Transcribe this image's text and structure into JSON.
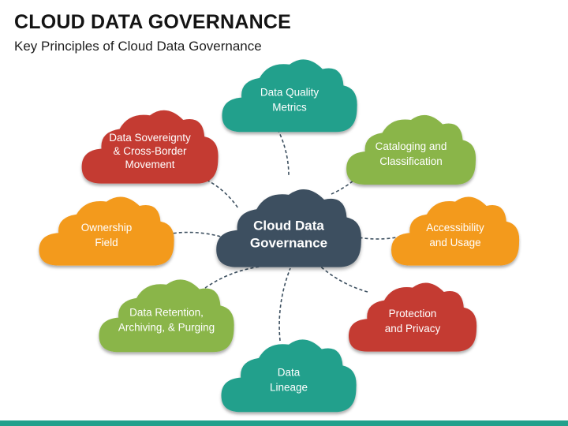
{
  "header": {
    "title": "CLOUD DATA GOVERNANCE",
    "subtitle": "Key Principles of Cloud Data Governance"
  },
  "center": {
    "lines": [
      "Cloud Data",
      "Governance"
    ],
    "color": "#3d5060"
  },
  "nodes": [
    {
      "id": "data-quality-metrics",
      "lines": [
        "Data Quality",
        "Metrics"
      ],
      "color": "#22a08c"
    },
    {
      "id": "cataloging-and-classification",
      "lines": [
        "Cataloging and",
        "Classification"
      ],
      "color": "#8ab548"
    },
    {
      "id": "accessibility-and-usage",
      "lines": [
        "Accessibility",
        "and Usage"
      ],
      "color": "#f39a1e"
    },
    {
      "id": "protection-and-privacy",
      "lines": [
        "Protection",
        "and Privacy"
      ],
      "color": "#c43a30"
    },
    {
      "id": "data-lineage",
      "lines": [
        "Data",
        "Lineage"
      ],
      "color": "#22a08c"
    },
    {
      "id": "data-retention",
      "lines": [
        "Data Retention,",
        "Archiving, & Purging"
      ],
      "color": "#8ab548"
    },
    {
      "id": "ownership-field",
      "lines": [
        "Ownership",
        "Field"
      ],
      "color": "#f39a1e"
    },
    {
      "id": "data-sovereignty",
      "lines": [
        "Data Sovereignty",
        "& Cross-Border",
        "Movement"
      ],
      "color": "#c43a30"
    }
  ],
  "colors": {
    "connector": "#3d5060",
    "bottom_bar": "#22a08c"
  }
}
